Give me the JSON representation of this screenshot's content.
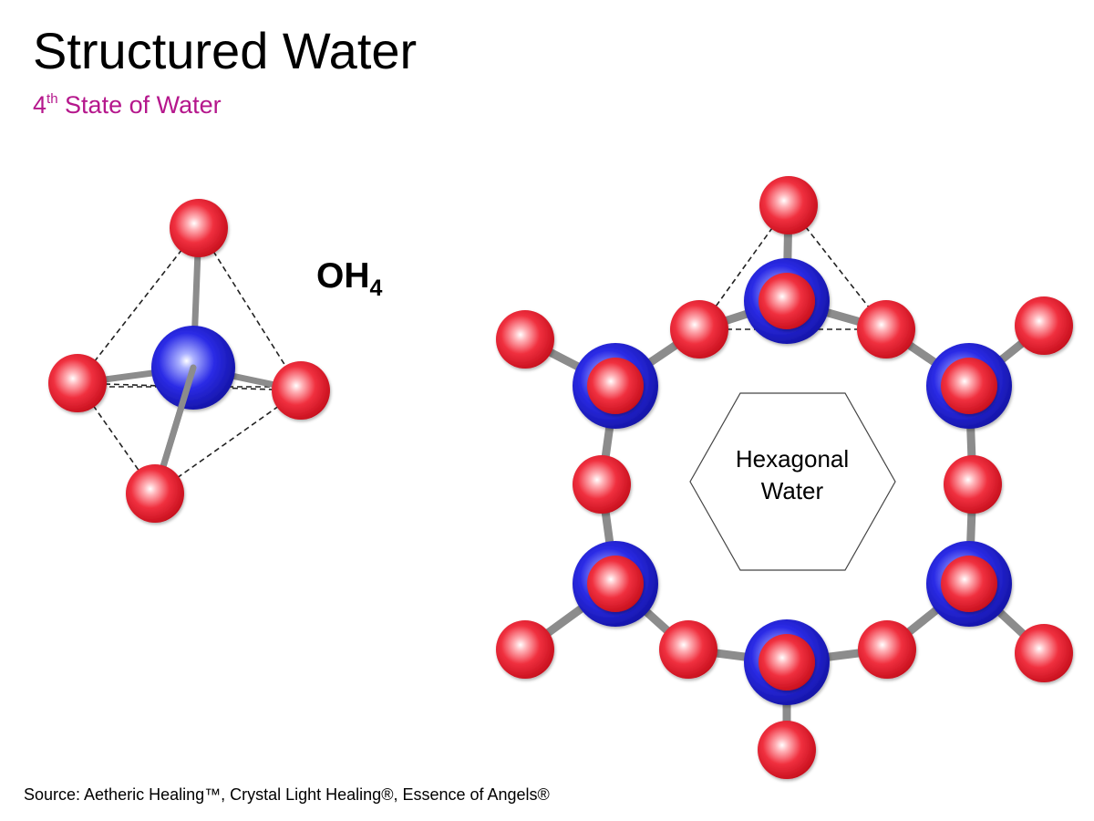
{
  "header": {
    "title": "Structured Water",
    "subtitle_main": "4",
    "subtitle_sup": "th",
    "subtitle_rest": " State of Water"
  },
  "molecule": {
    "formula_main": "OH",
    "formula_sub": "4"
  },
  "hexagon": {
    "label_line1": "Hexagonal",
    "label_line2": "Water"
  },
  "footer": {
    "source": "Source: Aetheric Healing™, Crystal Light Healing®, Essence of Angels®"
  },
  "colors": {
    "title": "#000000",
    "subtitle": "#b5178c",
    "oxygen_blue": "#2424e0",
    "hydrogen_red": "#ee2233",
    "bond_gray": "#8c8c8c"
  }
}
